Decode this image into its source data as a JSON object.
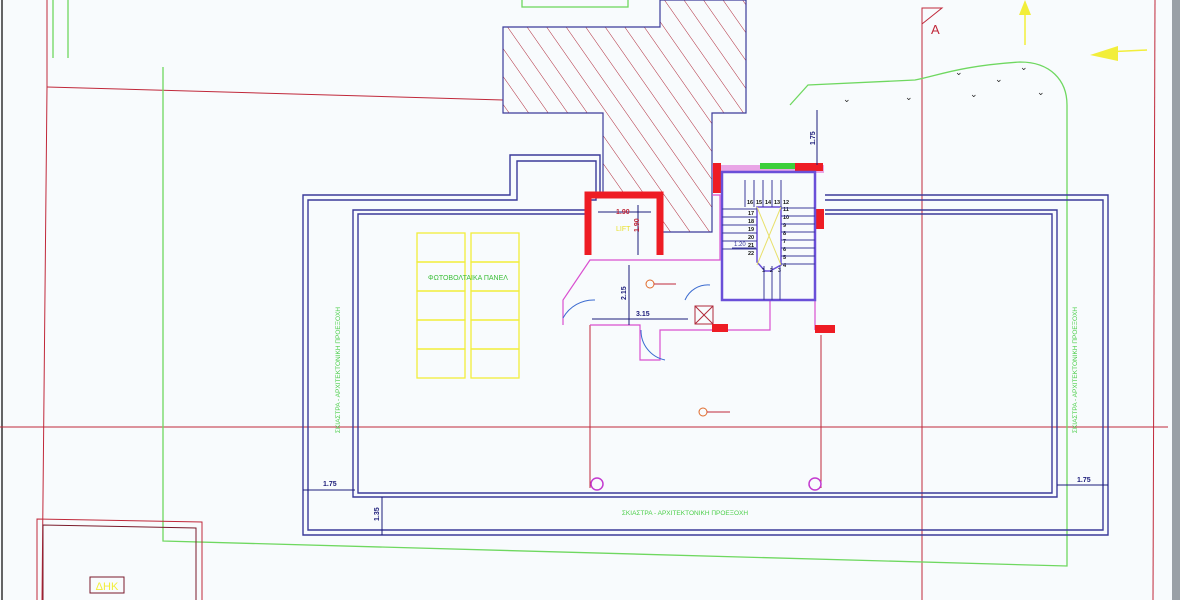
{
  "drawing": {
    "pv_panels_label": "ΦΩΤΟΒΟΛΤΑΙΚΑ ΠΑΝΕΛ",
    "canopy_label_left": "ΣΚΙΑΣΤΡΑ - ΑΡΧΙΤΕΚΤΟΝΙΚΗ ΠΡΟΕΞΟΧΗ",
    "canopy_label_right": "ΣΚΙΑΣΤΡΑ - ΑΡΧΙΤΕΚΤΟΝΙΚΗ ΠΡΟΕΞΟΧΗ",
    "canopy_label_bottom": "ΣΚΙΑΣΤΡΑ - ΑΡΧΙΤΕΚΤΟΝΙΚΗ ΠΡΟΕΞΟΧΗ",
    "lift_label": "LIFT",
    "lift_width": "1.90",
    "lift_depth": "1.90",
    "lobby_height": "2.15",
    "lobby_width": "3.15",
    "stair_width": "1.20",
    "dim_left": "1.75",
    "dim_right": "1.75",
    "dim_bottom": "1.35",
    "dim_top": "1.75",
    "section_marker": "A",
    "dhk_label": "ΔΗΚ",
    "stair_steps": {
      "top": [
        "16",
        "15",
        "14",
        "13",
        "12"
      ],
      "left": [
        "17",
        "18",
        "19",
        "20",
        "21",
        "22"
      ],
      "right": [
        "11",
        "10",
        "9",
        "8",
        "7",
        "6",
        "5",
        "4"
      ],
      "bottom": [
        "1",
        "2",
        "3"
      ]
    },
    "colors": {
      "walls": "#3b3b9a",
      "property_line": "#c0283a",
      "boundary": "#6fd860",
      "panels": "#f2ee3a",
      "columns": "#ee1c24",
      "stair_outline": "#6a4fd8"
    }
  }
}
